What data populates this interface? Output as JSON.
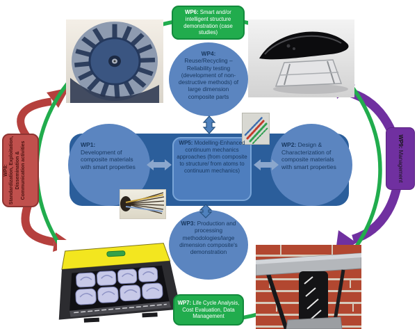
{
  "diagram": {
    "type": "project-work-package-diagram",
    "nodes": {
      "wp1": {
        "tag": "WP1:",
        "body": "Development of composite materials with smart properties"
      },
      "wp2": {
        "tag": "WP2:",
        "body": "Design & Characterization of composite materials with smart properties"
      },
      "wp3": {
        "tag": "WP3:",
        "body": "Production and processing methodologies/large dimension composite's demonstration"
      },
      "wp4": {
        "tag": "WP4:",
        "body": "Reuse/Recycling – Reliability testing (development of non-destructive methods) of large dimension composite parts"
      },
      "wp5": {
        "tag": "WP5:",
        "body": "Modelling-Enhanced continuum mechanics approaches (from composite to structure/ from atoms to continuum mechanics)"
      },
      "wp6": {
        "tag": "WP6:",
        "body": "Smart and/or intelligent structure demonstration (case studies)"
      },
      "wp7": {
        "tag": "WP7:",
        "body": "Life Cycle Analysis, Cost Evaluation, Data Management"
      },
      "wp8": {
        "tag": "WP8:",
        "body": "Standardization, Exploitation, Dissemination & Communication activities"
      },
      "wp9": {
        "tag": "WP9:",
        "body": "Management"
      }
    },
    "colors": {
      "green_ring": "#21AC4D",
      "green_box": "#21AC4D",
      "red_box": "#C0504D",
      "red_arrow": "#B5403D",
      "purple": "#7030A0",
      "center_bar": "#2B5E9B",
      "node_circle": "#5B85C0",
      "wp5_fill": "#4E7EBE",
      "light_arrow": "#8BA7CD",
      "dark_arrow": "#4F81BD",
      "node_text": "#17375E"
    },
    "images": {
      "top_left": "centrifugal-fan-impeller-photo",
      "top_right": "composite-spoiler-part-photo",
      "bottom_left": "composite-curing-machine-render",
      "bottom_right": "wrapped-column-test-photo",
      "molecule": "molecular-simulation-image",
      "fiber": "carbon-fiber-bundle-photo"
    }
  }
}
